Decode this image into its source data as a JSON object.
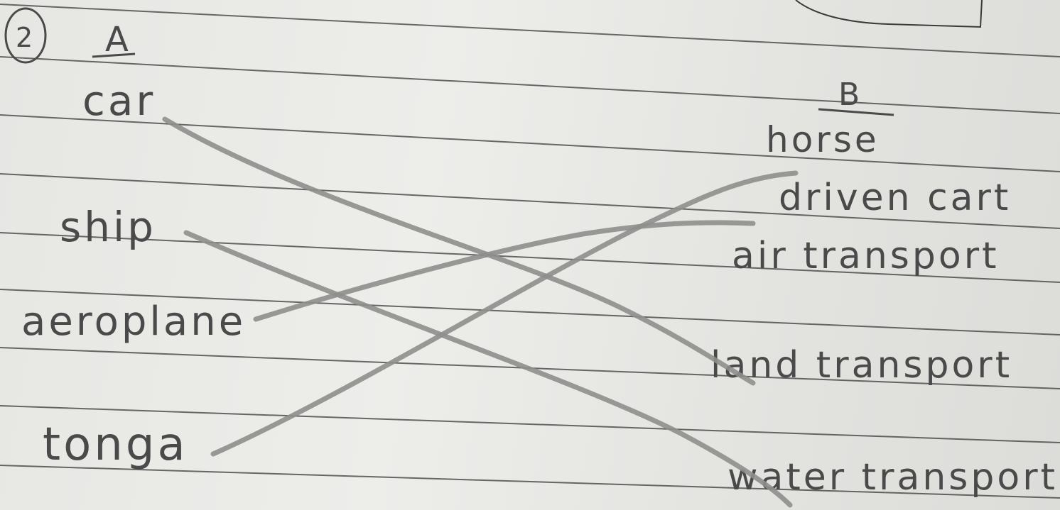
{
  "worksheet": {
    "question_number": "2",
    "column_a": {
      "header": "A",
      "items": [
        "car",
        "ship",
        "aeroplane",
        "tonga"
      ]
    },
    "column_b": {
      "header": "B",
      "items": [
        "horse",
        "driven cart",
        "air transport",
        "land transport",
        "water transport"
      ]
    }
  }
}
